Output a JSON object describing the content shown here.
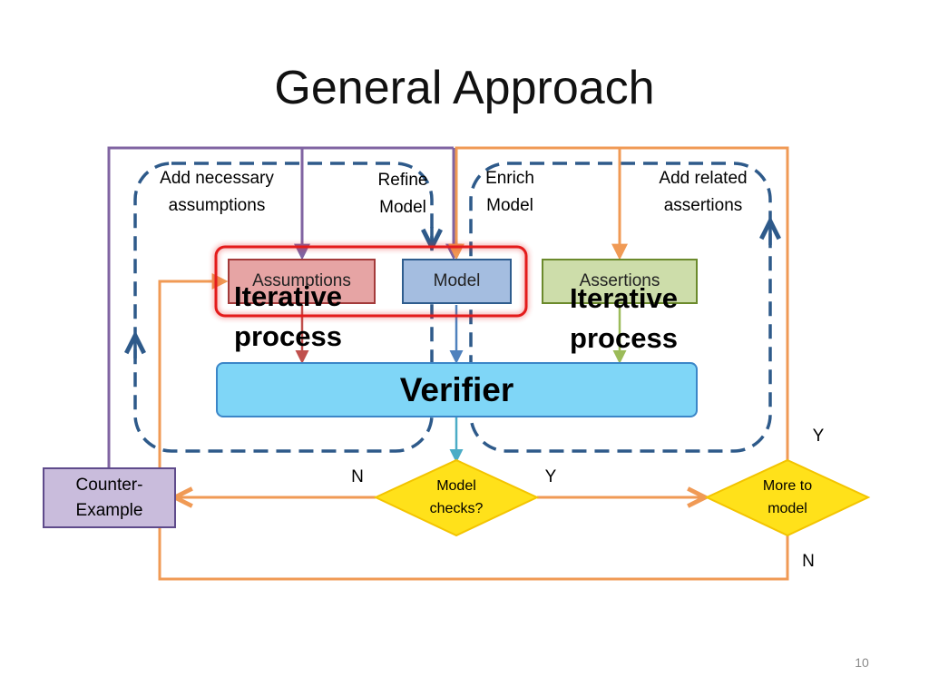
{
  "slide": {
    "title": "General Approach",
    "page_number": "10"
  },
  "labels": {
    "add_assumptions": "Add necessary\nassumptions",
    "refine_model": "Refine\nModel",
    "enrich_model": "Enrich\nModel",
    "add_assertions": "Add related\nassertions"
  },
  "boxes": {
    "assumptions": "Assumptions",
    "model": "Model",
    "assertions": "Assertions",
    "verifier": "Verifier",
    "counter_example": "Counter-\nExample"
  },
  "iterative": {
    "left": "Iterative\nprocess",
    "right": "Iterative\nprocess"
  },
  "decisions": {
    "model_checks": "Model\nchecks?",
    "more_to_model": "More to\nmodel"
  },
  "branches": {
    "n_model_checks": "N",
    "y_model_checks": "Y",
    "y_more_to_model": "Y",
    "n_more_to_model": "N"
  },
  "colors": {
    "purple": "#8064a2",
    "orange": "#f09a55",
    "dashed_blue": "#2e5a8a",
    "assumptions_fill": "#e6a4a4",
    "model_fill": "#a4bde0",
    "assertions_fill": "#cdddaa",
    "verifier_fill": "#7fd6f7",
    "decision_fill": "#ffe11a",
    "highlight_red": "#e41b1b"
  }
}
